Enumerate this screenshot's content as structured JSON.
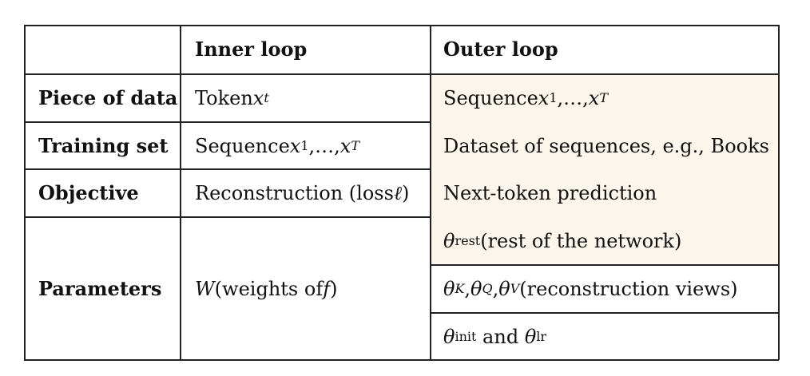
{
  "headers": {
    "inner": "Inner loop",
    "outer": "Outer loop"
  },
  "rows": [
    {
      "label": "Piece of data",
      "inner": {
        "text": "Token ",
        "var": "x",
        "sub": "t"
      },
      "outer": {
        "text": "Sequence ",
        "math": "x",
        "sub1": "1",
        "mid": ",…,",
        "math2": "x",
        "sub2": "T"
      }
    },
    {
      "label": "Training set",
      "inner": {
        "text": "Sequence ",
        "math": "x",
        "sub1": "1",
        "mid": ",…,",
        "math2": "x",
        "sub2": "T"
      },
      "outer": {
        "text": "Dataset of sequences, e.g., Books"
      }
    },
    {
      "label": "Objective",
      "inner": {
        "text": "Reconstruction (loss ",
        "var": "ℓ",
        "tail": ")"
      },
      "outer": {
        "text": "Next-token prediction"
      }
    },
    {
      "label": "Parameters",
      "inner": {
        "var": "W",
        "text": " (weights of ",
        "var2": "f",
        "tail": ")"
      },
      "outer": [
        {
          "sym": "θ",
          "sub": "rest",
          "text": " (rest of the network)"
        },
        {
          "sym": "θ",
          "subK": "K",
          "subQ": "Q",
          "subV": "V",
          "text": " (reconstruction views)"
        },
        {
          "sym": "θ",
          "sub": "init",
          "and": " and ",
          "sub2": "lr"
        }
      ]
    }
  ],
  "colors": {
    "highlight": "#fdf6ec",
    "border": "#222222"
  }
}
